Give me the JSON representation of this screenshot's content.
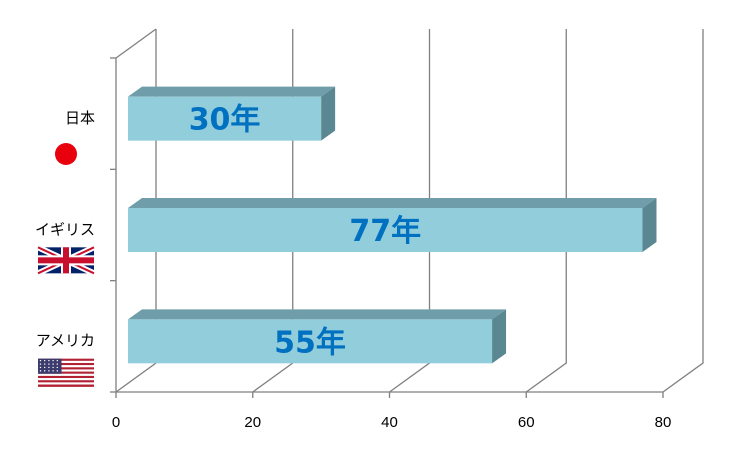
{
  "chart_data": {
    "type": "bar",
    "orientation": "horizontal",
    "three_d": true,
    "categories": [
      "日本",
      "イギリス",
      "アメリカ"
    ],
    "values": [
      30,
      77,
      55
    ],
    "data_labels": [
      "30年",
      "77年",
      "55年"
    ],
    "category_flags": [
      "japan-flag-icon",
      "uk-flag-icon",
      "usa-flag-icon"
    ],
    "xlim": [
      0,
      80
    ],
    "x_ticks": [
      0,
      20,
      40,
      60,
      80
    ],
    "title": "",
    "xlabel": "",
    "ylabel": "",
    "grid": true,
    "legend": "none",
    "colors": {
      "bar_front": "#92CDDC",
      "bar_top": "#6F9DA9",
      "bar_side": "#5A8791",
      "label": "#0070C0",
      "grid": "#808080"
    }
  }
}
